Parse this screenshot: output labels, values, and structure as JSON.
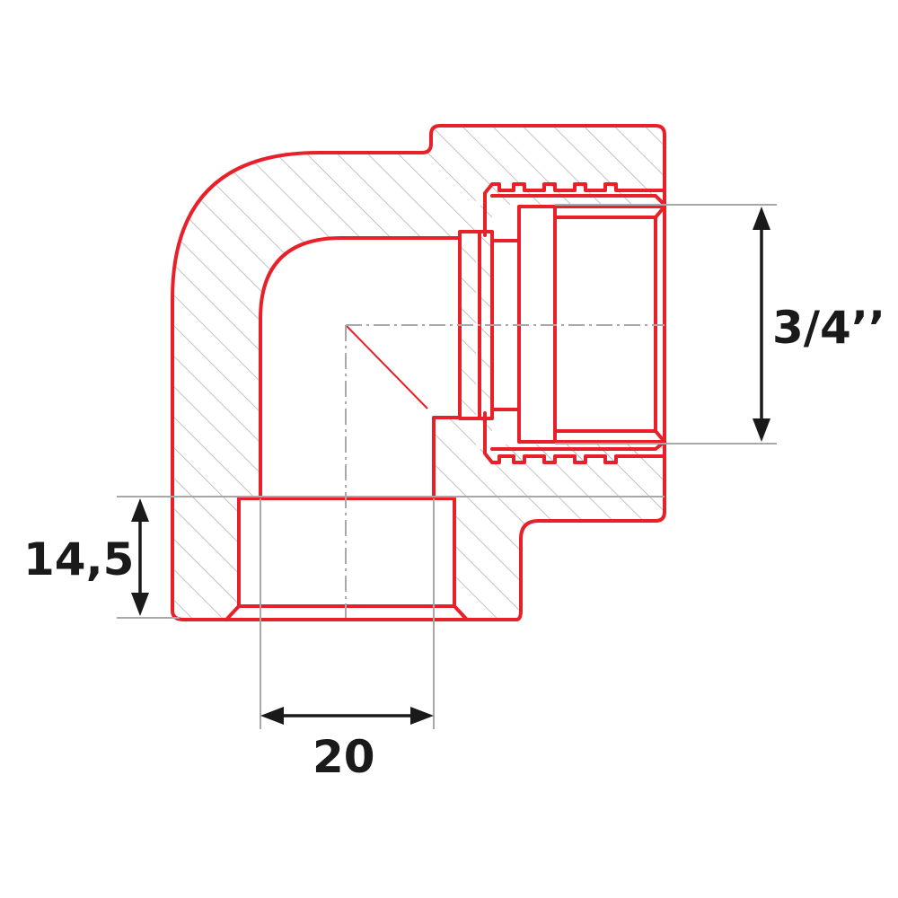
{
  "dimensions": {
    "thread_size": "3/4’’",
    "socket_depth": "14,5",
    "bore_width": "20"
  },
  "colors": {
    "outline": "#e8202a",
    "hatch": "#b4b4b4",
    "dimension": "#1a1a1a",
    "extension": "#a8a8a8"
  }
}
